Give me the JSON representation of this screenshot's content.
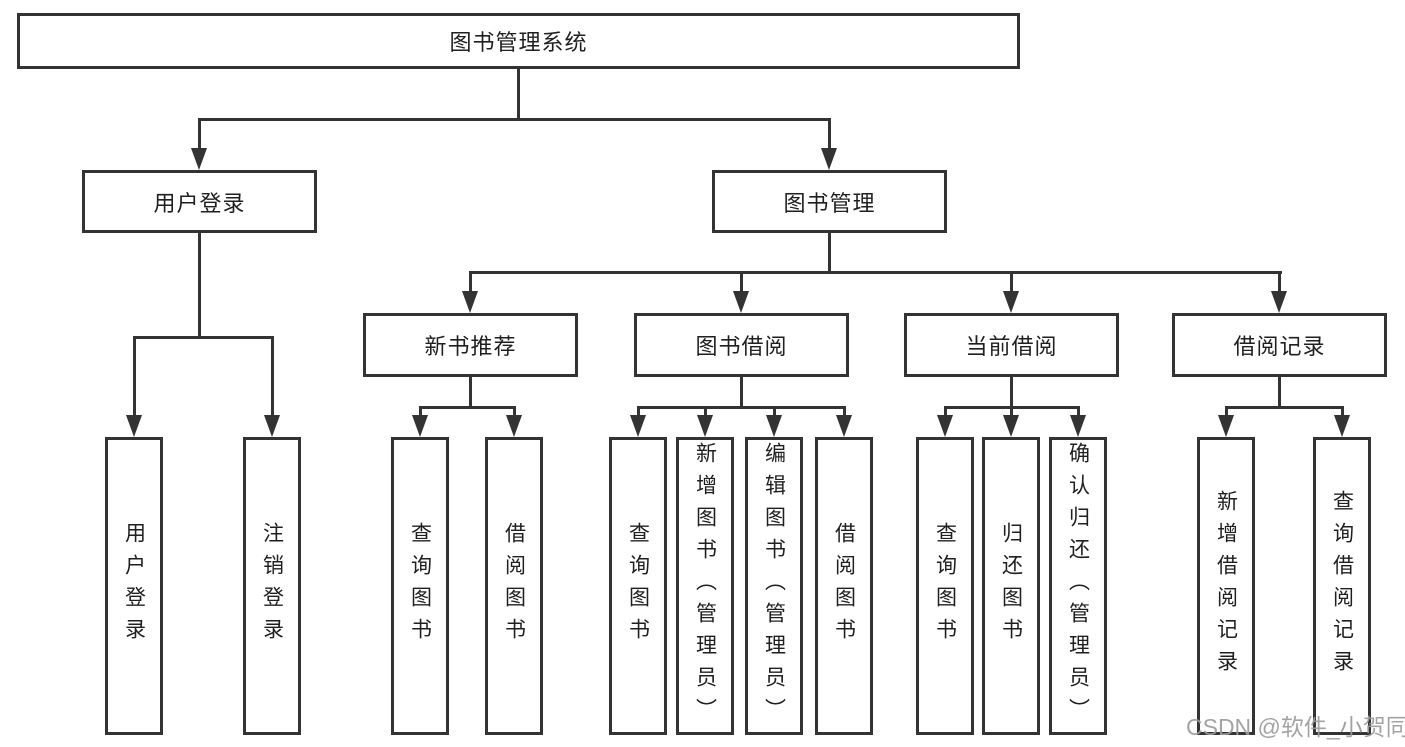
{
  "diagram": {
    "root": {
      "label": "图书管理系统"
    },
    "level2": [
      {
        "label": "用户登录"
      },
      {
        "label": "图书管理"
      }
    ],
    "level3": [
      {
        "label": "新书推荐",
        "parent": "图书管理"
      },
      {
        "label": "图书借阅",
        "parent": "图书管理"
      },
      {
        "label": "当前借阅",
        "parent": "图书管理"
      },
      {
        "label": "借阅记录",
        "parent": "图书管理"
      }
    ],
    "leaves": [
      {
        "label": "用户登录",
        "parent": "用户登录"
      },
      {
        "label": "注销登录",
        "parent": "用户登录"
      },
      {
        "label": "查询图书",
        "parent": "新书推荐"
      },
      {
        "label": "借阅图书",
        "parent": "新书推荐"
      },
      {
        "label": "查询图书",
        "parent": "图书借阅"
      },
      {
        "label": "新增图书（管理员）",
        "parent": "图书借阅"
      },
      {
        "label": "编辑图书（管理员）",
        "parent": "图书借阅"
      },
      {
        "label": "借阅图书",
        "parent": "图书借阅"
      },
      {
        "label": "查询图书",
        "parent": "当前借阅"
      },
      {
        "label": "归还图书",
        "parent": "当前借阅"
      },
      {
        "label": "确认归还（管理员）",
        "parent": "当前借阅"
      },
      {
        "label": "新增借阅记录",
        "parent": "借阅记录"
      },
      {
        "label": "查询借阅记录",
        "parent": "借阅记录"
      }
    ]
  },
  "watermark": {
    "text": "CSDN @软件_小贺同学"
  },
  "colors": {
    "line": "#333333",
    "text": "#1f1f1f",
    "box_background": "#ffffff",
    "watermark": "#9c9c9c"
  }
}
